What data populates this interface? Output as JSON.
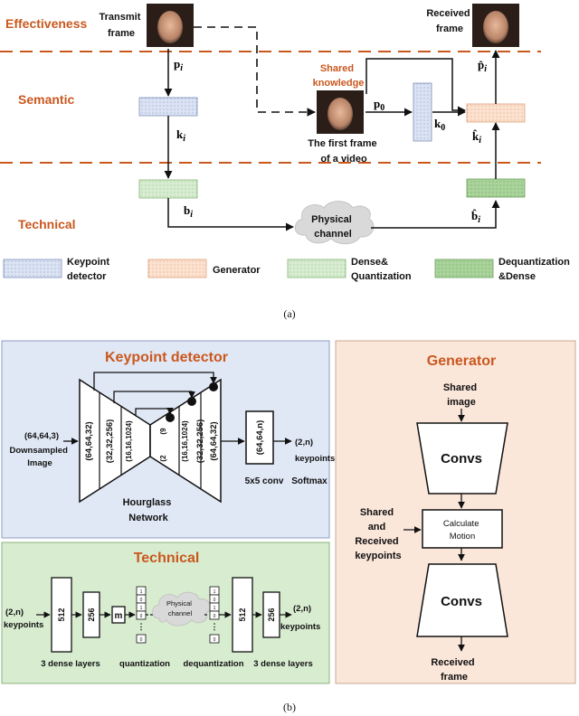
{
  "part_a": {
    "layers": {
      "effectiveness": "Effectiveness",
      "semantic": "Semantic",
      "technical": "Technical"
    },
    "labels": {
      "transmit_frame": [
        "Transmit",
        "frame"
      ],
      "received_frame": [
        "Received",
        "frame"
      ],
      "shared_knowledge": [
        "Shared",
        "knowledge"
      ],
      "first_frame": [
        "The first frame",
        "of a video"
      ],
      "physical_channel": [
        "Physical",
        "channel"
      ],
      "p_i": "p",
      "p_hat_i": "p̂",
      "k_i": "k",
      "k_hat_i": "k̂",
      "b_i": "b",
      "b_hat_i": "b̂",
      "p0": "p",
      "k0": "k",
      "sub_i": "i",
      "sub_0": "0"
    },
    "legend": {
      "keypoint_detector": [
        "Keypoint",
        "detector"
      ],
      "generator": "Generator",
      "dense_quantization": [
        "Dense&",
        "Quantization"
      ],
      "dequantization_dense": [
        "Dequantization",
        "&Dense"
      ]
    },
    "caption": "(a)"
  },
  "part_b": {
    "keypoint_panel": {
      "title": "Keypoint detector",
      "input_dims": "(64,64,3)",
      "input_label": [
        "Downsampled",
        "Image"
      ],
      "encoder_labels": [
        "(64,64,32)",
        "(32,32,256)",
        "(16,16,1024)"
      ],
      "decoder_labels": [
        "(16,16,1024)",
        "(32,32,256)",
        "(64,64,32)"
      ],
      "mid_label_a": "(9",
      "mid_label_b": "(2",
      "conv_label": "(64,64,n)",
      "conv_caption": "5x5 conv",
      "softmax": "Softmax",
      "output": [
        "(2,n)",
        "keypoints"
      ],
      "hourglass": [
        "Hourglass",
        "Network"
      ]
    },
    "technical_panel": {
      "title": "Technical",
      "input": [
        "(2,n)",
        "keypoints"
      ],
      "dense_in": [
        "512",
        "256"
      ],
      "m": "m",
      "physical_channel": [
        "Physical",
        "channel"
      ],
      "dense_out": [
        "512",
        "256"
      ],
      "output": [
        "(2,n)",
        "keypoints"
      ],
      "caption_dense1": "3 dense layers",
      "caption_quant": "quantization",
      "caption_dequant": "dequantization",
      "caption_dense2": "3 dense layers",
      "bits": [
        "1",
        "0",
        "1",
        "0",
        "1",
        "0"
      ]
    },
    "generator_panel": {
      "title": "Generator",
      "shared_image": [
        "Shared",
        "image"
      ],
      "convs1": "Convs",
      "keypoints_in": [
        "Shared",
        "and",
        "Received",
        "keypoints"
      ],
      "calc_motion": [
        "Calculate",
        "Motion"
      ],
      "convs2": "Convs",
      "received": [
        "Received",
        "frame"
      ]
    },
    "caption": "(b)"
  },
  "colors": {
    "orange": "#c9581e",
    "keypoint_fill": "#dbe3f3",
    "generator_fill": "#fbe2d0",
    "dense_fill": "#d7ecd0",
    "dequant_fill": "#a9d39b",
    "panel_blue": "#e1e8f5",
    "panel_green": "#d8ecd0",
    "panel_peach": "#fbe6da"
  }
}
